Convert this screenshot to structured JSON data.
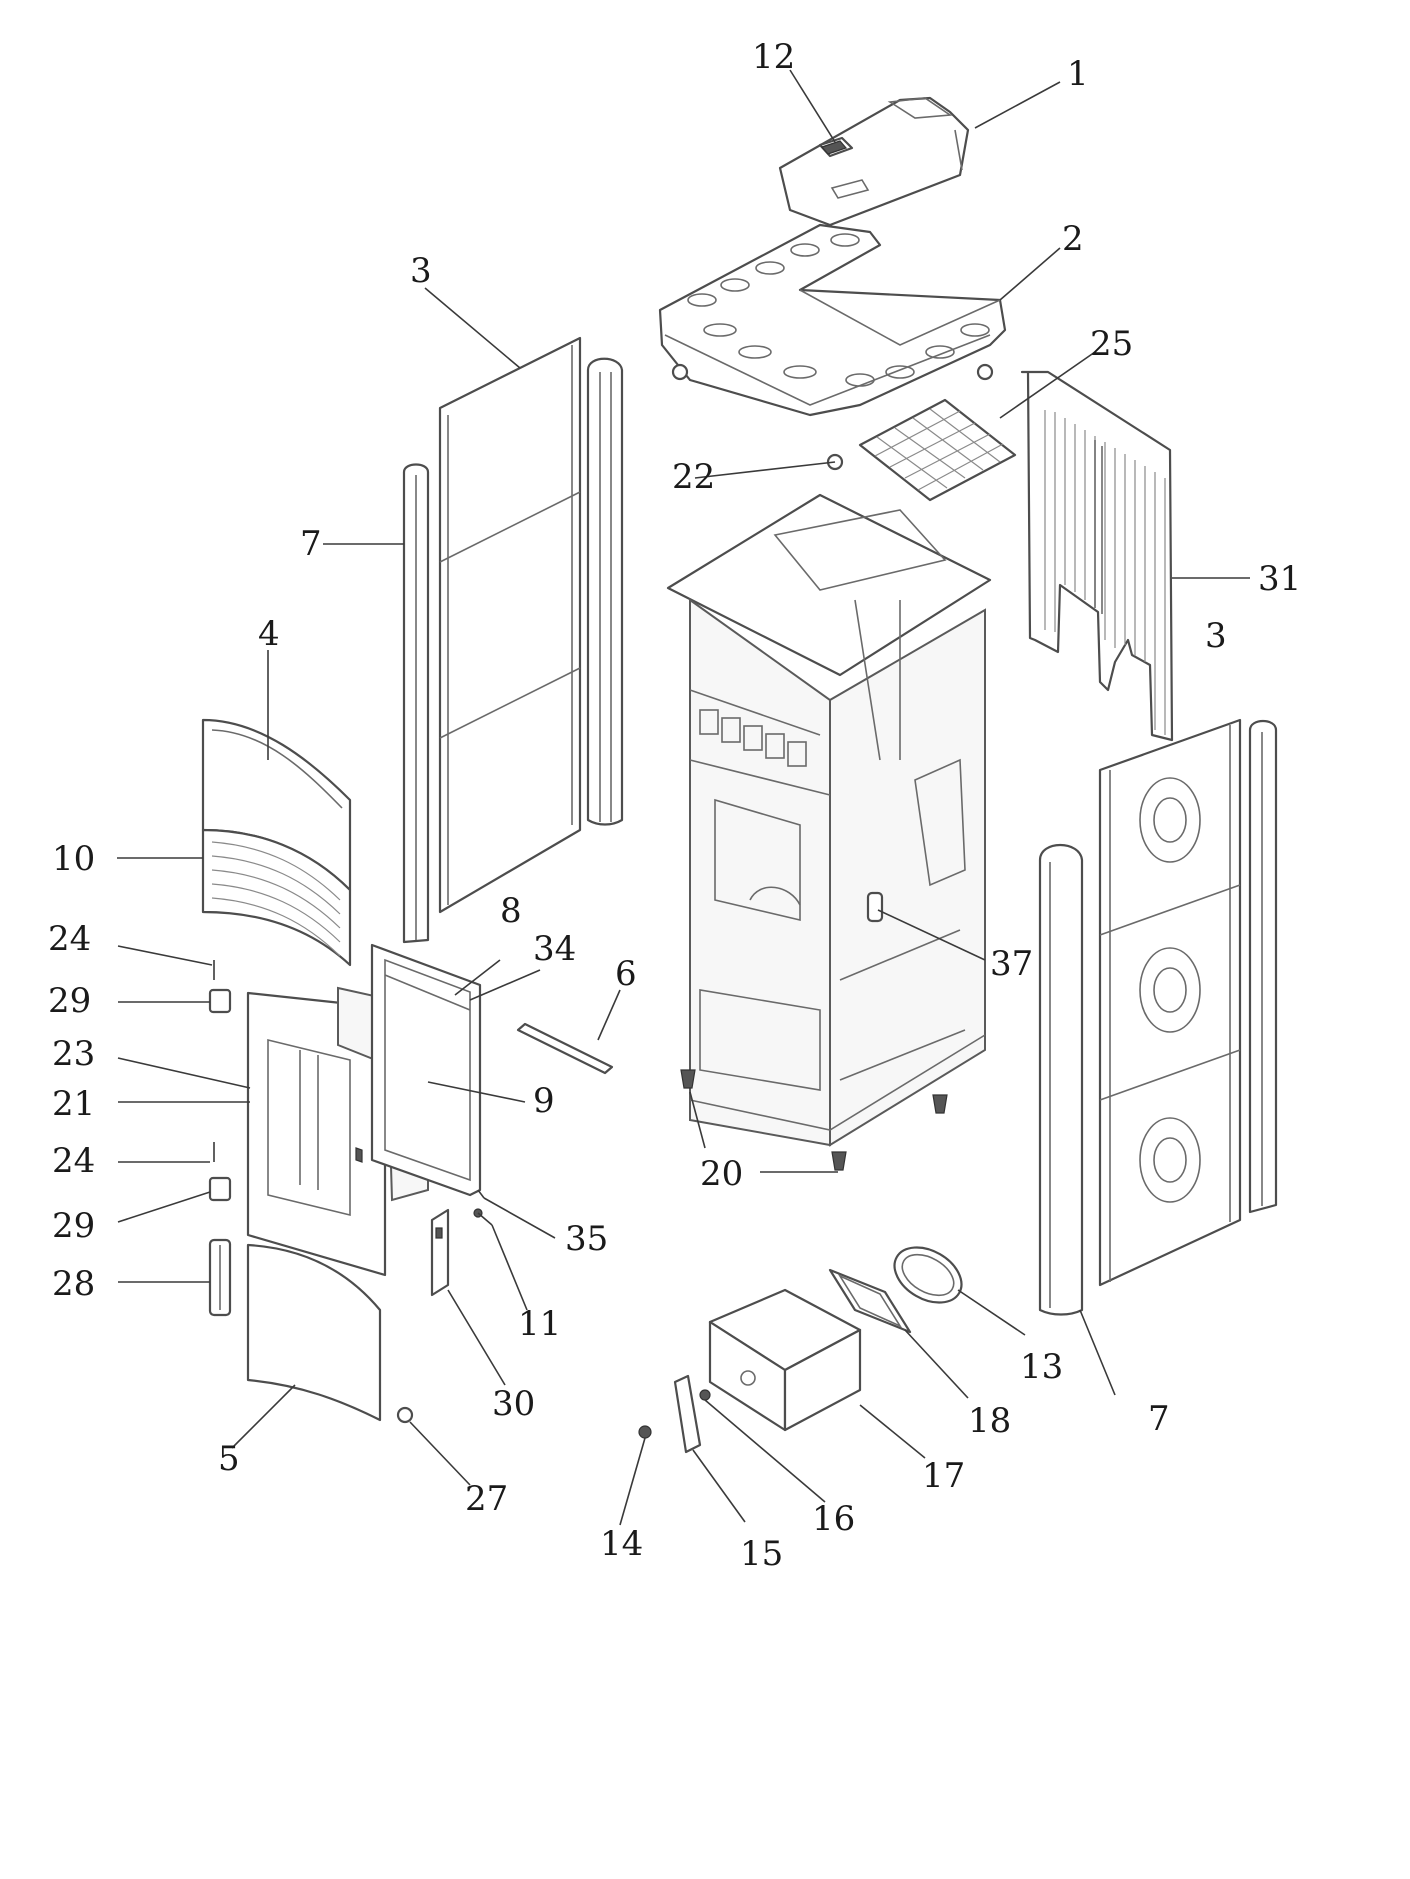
{
  "callouts": [
    {
      "key": "c1",
      "text": "1"
    },
    {
      "key": "c2",
      "text": "2"
    },
    {
      "key": "c3a",
      "text": "3"
    },
    {
      "key": "c3b",
      "text": "3"
    },
    {
      "key": "c4",
      "text": "4"
    },
    {
      "key": "c5",
      "text": "5"
    },
    {
      "key": "c6",
      "text": "6"
    },
    {
      "key": "c7a",
      "text": "7"
    },
    {
      "key": "c7b",
      "text": "7"
    },
    {
      "key": "c8",
      "text": "8"
    },
    {
      "key": "c9",
      "text": "9"
    },
    {
      "key": "c10",
      "text": "10"
    },
    {
      "key": "c11",
      "text": "11"
    },
    {
      "key": "c12",
      "text": "12"
    },
    {
      "key": "c13",
      "text": "13"
    },
    {
      "key": "c14",
      "text": "14"
    },
    {
      "key": "c15",
      "text": "15"
    },
    {
      "key": "c16",
      "text": "16"
    },
    {
      "key": "c17",
      "text": "17"
    },
    {
      "key": "c18",
      "text": "18"
    },
    {
      "key": "c20",
      "text": "20"
    },
    {
      "key": "c21",
      "text": "21"
    },
    {
      "key": "c22",
      "text": "22"
    },
    {
      "key": "c23",
      "text": "23"
    },
    {
      "key": "c24a",
      "text": "24"
    },
    {
      "key": "c24b",
      "text": "24"
    },
    {
      "key": "c25",
      "text": "25"
    },
    {
      "key": "c27",
      "text": "27"
    },
    {
      "key": "c28",
      "text": "28"
    },
    {
      "key": "c29a",
      "text": "29"
    },
    {
      "key": "c29b",
      "text": "29"
    },
    {
      "key": "c30",
      "text": "30"
    },
    {
      "key": "c31",
      "text": "31"
    },
    {
      "key": "c34",
      "text": "34"
    },
    {
      "key": "c35",
      "text": "35"
    },
    {
      "key": "c37",
      "text": "37"
    }
  ]
}
